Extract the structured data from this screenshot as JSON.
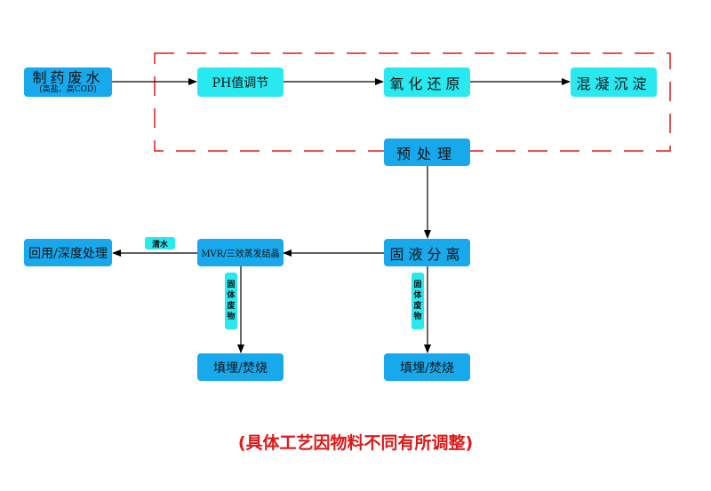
{
  "nodes": {
    "wastewater": {
      "label": "制药废水",
      "sub": "(高盐、高COD)"
    },
    "ph": {
      "label": "PH值调节"
    },
    "redox": {
      "label": "氧化还原"
    },
    "coag": {
      "label": "混凝沉淀"
    },
    "pretreat": {
      "label": "预处理"
    },
    "separation": {
      "label": "固液分离"
    },
    "mvr": {
      "label": "MVR/三效蒸发结晶"
    },
    "reuse": {
      "label": "回用/深度处理"
    },
    "landfill1": {
      "label": "填埋/焚烧"
    },
    "landfill2": {
      "label": "填埋/焚烧"
    }
  },
  "tags": {
    "clear_water": "清水",
    "solid_waste": [
      "固",
      "体",
      "废",
      "物"
    ]
  },
  "note": "(具体工艺因物料不同有所调整)",
  "colors": {
    "blue_box": "#18a8ec",
    "cyan_box": "#28e8f0",
    "arrow": "#000000",
    "dashed_border": "#e01818",
    "note": "#e01818"
  }
}
